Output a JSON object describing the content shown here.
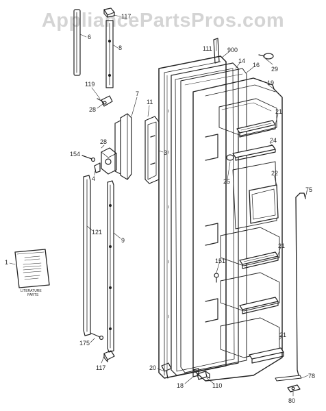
{
  "watermark": {
    "text": "AppliancePartsPros.com",
    "color": "#d4d4d4"
  },
  "diagram": {
    "line_color": "#222222",
    "callouts": [
      {
        "id": "6",
        "label": "6"
      },
      {
        "id": "117a",
        "label": "117"
      },
      {
        "id": "8",
        "label": "8"
      },
      {
        "id": "119",
        "label": "119"
      },
      {
        "id": "28a",
        "label": "28"
      },
      {
        "id": "7",
        "label": "7"
      },
      {
        "id": "11",
        "label": "11"
      },
      {
        "id": "3",
        "label": "3"
      },
      {
        "id": "154",
        "label": "154"
      },
      {
        "id": "28b",
        "label": "28"
      },
      {
        "id": "4",
        "label": "4"
      },
      {
        "id": "121",
        "label": "121"
      },
      {
        "id": "9",
        "label": "9"
      },
      {
        "id": "1",
        "label": "1"
      },
      {
        "id": "175",
        "label": "175"
      },
      {
        "id": "117b",
        "label": "117"
      },
      {
        "id": "111",
        "label": "111"
      },
      {
        "id": "900",
        "label": "900"
      },
      {
        "id": "14",
        "label": "14"
      },
      {
        "id": "16",
        "label": "16"
      },
      {
        "id": "29",
        "label": "29"
      },
      {
        "id": "19",
        "label": "19"
      },
      {
        "id": "21a",
        "label": "21"
      },
      {
        "id": "24",
        "label": "24"
      },
      {
        "id": "25",
        "label": "25"
      },
      {
        "id": "22",
        "label": "22"
      },
      {
        "id": "75",
        "label": "75"
      },
      {
        "id": "151",
        "label": "151"
      },
      {
        "id": "21b",
        "label": "21"
      },
      {
        "id": "21c",
        "label": "21"
      },
      {
        "id": "20",
        "label": "20"
      },
      {
        "id": "18",
        "label": "18"
      },
      {
        "id": "110",
        "label": "110"
      },
      {
        "id": "78",
        "label": "78"
      },
      {
        "id": "80",
        "label": "80"
      }
    ],
    "literature_caption": "LITERATURE PARTS",
    "literature_caption_lines": [
      "LITERATURE",
      "PARTS"
    ]
  }
}
